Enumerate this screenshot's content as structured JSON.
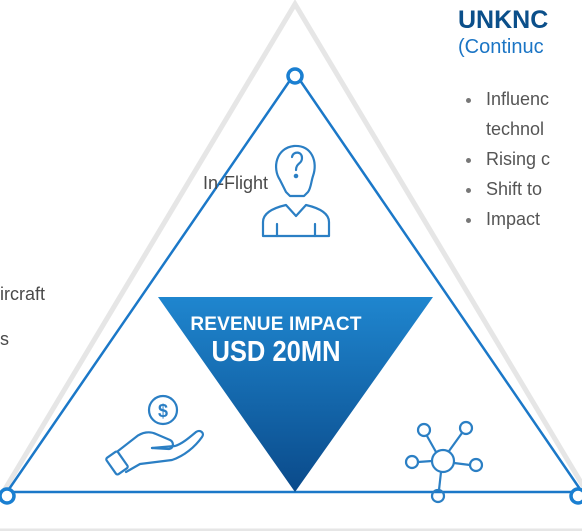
{
  "left_items": [
    "In-Flight",
    "ircraft",
    "s"
  ],
  "right_panel": {
    "title": "UNKNC",
    "subtitle": "(Continuc",
    "bullets": [
      {
        "text": "Influenc",
        "continuation": "technol"
      },
      {
        "text": "Rising c"
      },
      {
        "text": "Shift to"
      },
      {
        "text": "Impact"
      }
    ]
  },
  "center": {
    "title": "REVENUE IMPACT",
    "value": "USD 20MN"
  },
  "icons": {
    "top": "person-question-icon",
    "left": "hand-money-icon",
    "right": "network-hub-icon"
  },
  "colors": {
    "outline": "#e5e5e5",
    "node_ring": "#1a7fd1",
    "center_top": "#1b7ec8",
    "center_bottom": "#0a4f8f",
    "icon_line": "#2b7fc4",
    "title_text": "#0b4f8a"
  }
}
